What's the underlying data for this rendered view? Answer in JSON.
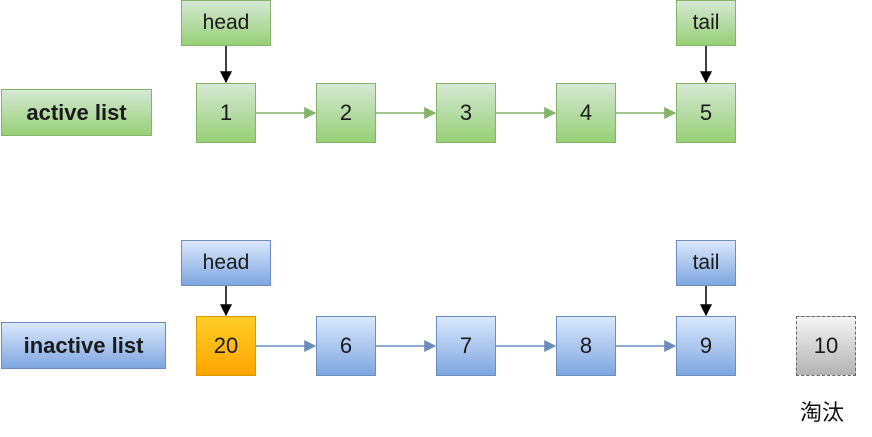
{
  "active": {
    "label": "active list",
    "head_label": "head",
    "tail_label": "tail",
    "nodes": [
      "1",
      "2",
      "3",
      "4",
      "5"
    ],
    "colors": {
      "fill_top": "#d5e8d4",
      "fill_bottom": "#97d077",
      "stroke": "#82b366",
      "arrow": "#82b366"
    }
  },
  "inactive": {
    "label": "inactive list",
    "head_label": "head",
    "tail_label": "tail",
    "nodes": [
      "20",
      "6",
      "7",
      "8",
      "9"
    ],
    "colors": {
      "fill_top": "#dae8fc",
      "fill_bottom": "#7ea6e0",
      "stroke": "#6c8ebf",
      "arrow": "#6c8ebf",
      "highlight": "#ffa500"
    }
  },
  "evicted": {
    "node": "10",
    "label": "淘汰"
  }
}
